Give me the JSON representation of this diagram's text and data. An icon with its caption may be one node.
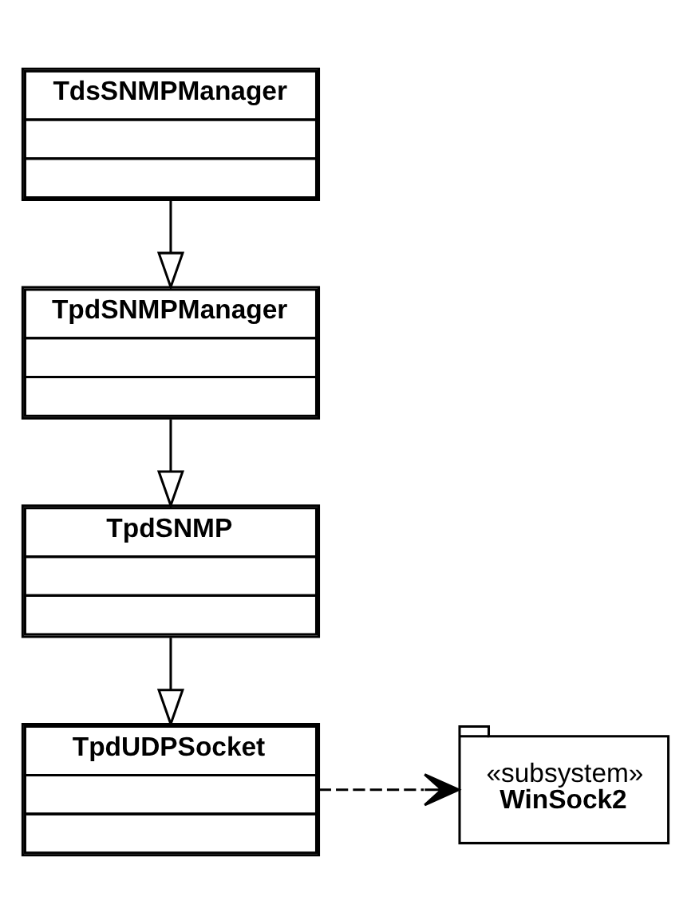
{
  "diagram": {
    "nodes": [
      {
        "text": [
          "TdsSNMPManager"
        ]
      },
      {
        "text": [
          "TpdSNMPManager"
        ]
      },
      {
        "text": [
          "TpdSNMP"
        ]
      },
      {
        "text": [
          "TpdUDPSocket"
        ]
      },
      {
        "text": [
          "«subsystem»",
          "WinSock2"
        ]
      }
    ],
    "edges": [
      {
        "from": 0,
        "to": 1,
        "arrow": "to"
      },
      {
        "from": 1,
        "to": 2,
        "arrow": "to"
      },
      {
        "from": 2,
        "to": 3,
        "arrow": "to"
      },
      {
        "from": 3,
        "to": 4,
        "arrow": "to",
        "style": "dashed"
      }
    ]
  }
}
